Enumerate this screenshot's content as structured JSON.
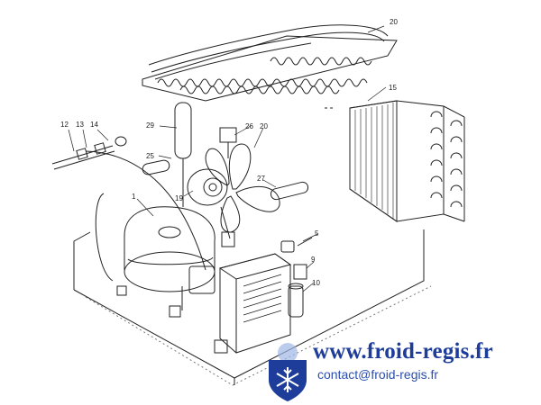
{
  "diagram": {
    "callouts": [
      "20",
      "15",
      "12",
      "13",
      "14",
      "29",
      "26",
      "20",
      "25",
      "19",
      "27",
      "1",
      "5",
      "9",
      "10"
    ]
  },
  "branding": {
    "website": "www.froid-regis.fr",
    "contact": "contact@froid-regis.fr",
    "colors": {
      "primary": "#1e3d9a",
      "secondary": "#2b4fae"
    },
    "logo_icon": "snowflake-shield-icon"
  }
}
